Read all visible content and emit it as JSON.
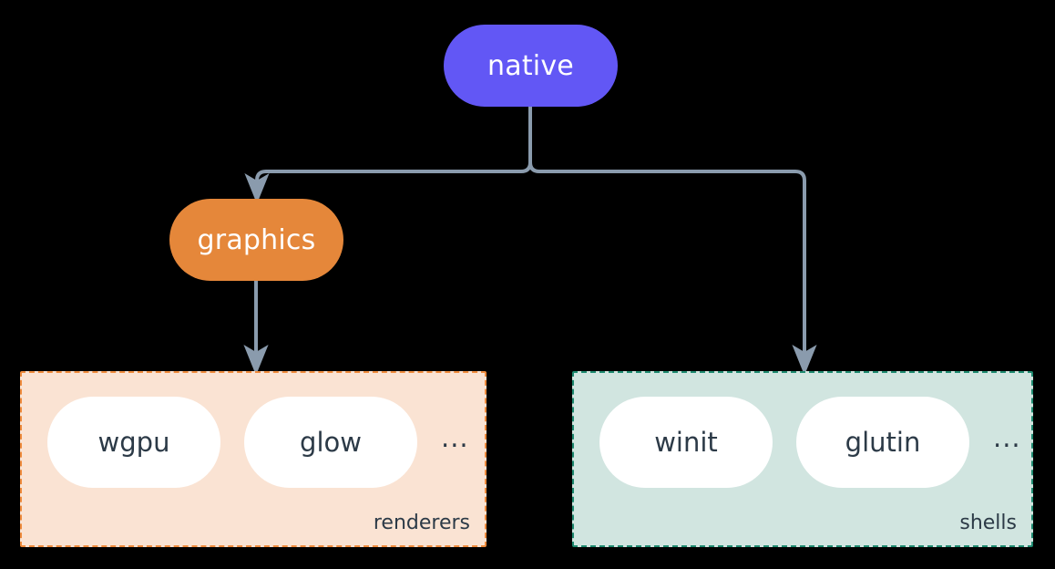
{
  "diagram": {
    "title": "native",
    "palette": {
      "background": "#000000",
      "root_node": "#6257f5",
      "graphics_node": "#e5873a",
      "renderers_fill": "#fae3d3",
      "renderers_border": "#ef8b3c",
      "shells_fill": "#d1e5e0",
      "shells_border": "#1f8a70",
      "connector": "#8a9bad",
      "chip_fill": "#ffffff",
      "chip_text": "#2c3a47",
      "node_text": "#ffffff"
    },
    "nodes": {
      "root": {
        "label": "native"
      },
      "graphics": {
        "label": "graphics"
      }
    },
    "groups": {
      "renderers": {
        "label": "renderers",
        "items": [
          {
            "label": "wgpu"
          },
          {
            "label": "glow"
          }
        ],
        "overflow": "..."
      },
      "shells": {
        "label": "shells",
        "items": [
          {
            "label": "winit"
          },
          {
            "label": "glutin"
          }
        ],
        "overflow": "..."
      }
    },
    "connectors": [
      {
        "from": "native",
        "to": "graphics",
        "style": "elbow-arrow"
      },
      {
        "from": "native",
        "to": "shells",
        "style": "elbow-arrow"
      },
      {
        "from": "graphics",
        "to": "renderers",
        "style": "straight-arrow"
      }
    ]
  }
}
